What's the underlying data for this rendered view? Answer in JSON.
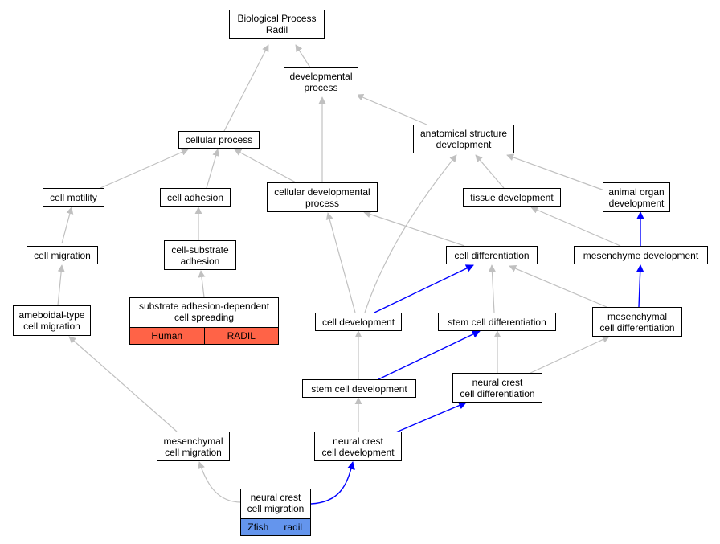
{
  "nodes": {
    "bp": {
      "l1": "Biological Process",
      "l2": "Radil"
    },
    "dev_process": {
      "l1": "developmental",
      "l2": "process"
    },
    "cellular_process": {
      "l1": "cellular process"
    },
    "anat_dev": {
      "l1": "anatomical structure",
      "l2": "development"
    },
    "cell_motility": {
      "l1": "cell motility"
    },
    "cell_adhesion": {
      "l1": "cell adhesion"
    },
    "cell_dev_process": {
      "l1": "cellular developmental",
      "l2": "process"
    },
    "tissue_dev": {
      "l1": "tissue development"
    },
    "animal_organ_dev": {
      "l1": "animal organ",
      "l2": "development"
    },
    "cell_migration": {
      "l1": "cell migration"
    },
    "cell_substrate_adhesion": {
      "l1": "cell-substrate",
      "l2": "adhesion"
    },
    "cell_diff": {
      "l1": "cell differentiation"
    },
    "mesenchyme_dev": {
      "l1": "mesenchyme development"
    },
    "ameboidal": {
      "l1": "ameboidal-type",
      "l2": "cell migration"
    },
    "substrate_spreading": {
      "l1": "substrate adhesion-dependent",
      "l2": "cell spreading",
      "tag1": "Human",
      "tag2": "RADIL"
    },
    "cell_development": {
      "l1": "cell development"
    },
    "stem_cell_diff": {
      "l1": "stem cell differentiation"
    },
    "mesenchymal_cell_diff": {
      "l1": "mesenchymal",
      "l2": "cell differentiation"
    },
    "stem_cell_dev": {
      "l1": "stem cell development"
    },
    "neural_crest_diff": {
      "l1": "neural crest",
      "l2": "cell differentiation"
    },
    "mesenchymal_migration": {
      "l1": "mesenchymal",
      "l2": "cell migration"
    },
    "neural_crest_dev": {
      "l1": "neural crest",
      "l2": "cell development"
    },
    "neural_crest_migration": {
      "l1": "neural crest",
      "l2": "cell migration",
      "tag1": "Zfish",
      "tag2": "radil"
    }
  },
  "colors": {
    "gray_edge": "#c0c0c0",
    "blue_edge": "#0000ff",
    "human_tag": "#ff6347",
    "zfish_tag": "#6495ed"
  }
}
